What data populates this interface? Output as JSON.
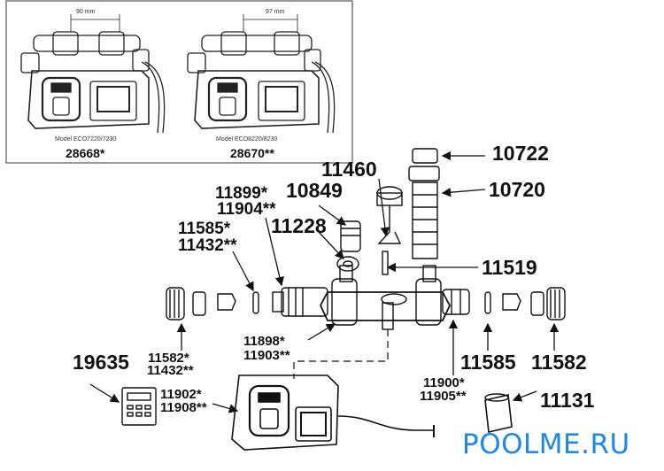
{
  "inset": {
    "left_dim": "90 mm",
    "right_dim": "97 mm",
    "left_model": "Model ECO7220/7230",
    "right_model": "Model ECO8220/8230",
    "left_code": "28668*",
    "right_code": "28670**"
  },
  "parts": {
    "p10722": "10722",
    "p10720": "10720",
    "p11460": "11460",
    "p11899": "11899*",
    "p11904": "11904**",
    "p10849": "10849",
    "p11585a": "11585*",
    "p11432a": "11432**",
    "p11228": "11228",
    "p11519": "11519",
    "p11898": "11898*",
    "p11903": "11903**",
    "p19635": "19635",
    "p11582a": "11582*",
    "p11432b": "11432**",
    "p11902": "11902*",
    "p11908": "11908**",
    "p11900": "11900*",
    "p11905": "11905**",
    "p11585b": "11585",
    "p11582b": "11582",
    "p11131": "11131"
  },
  "watermark": "POOLME.RU",
  "colors": {
    "line": "#111111",
    "brand": "#1e88e5",
    "frame": "#555555"
  }
}
